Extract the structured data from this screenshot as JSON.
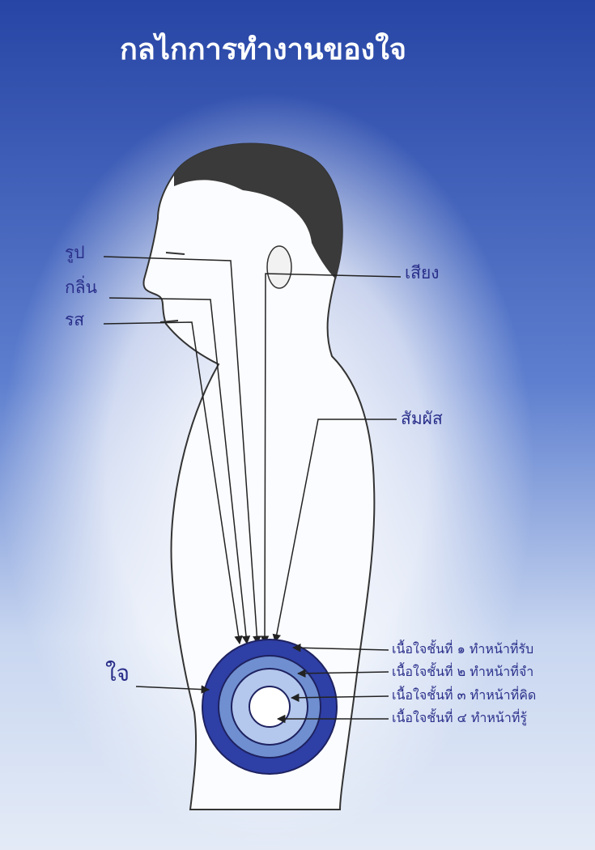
{
  "title": "กลไกการทำงานของใจ",
  "senses": {
    "sight": "รูป",
    "smell": "กลิ่น",
    "taste": "รส",
    "sound": "เสียง",
    "touch": "สัมผัส"
  },
  "mind_label": "ใจ",
  "layers": [
    "เนื้อใจชั้นที่ ๑ ทำหน้าที่รับ",
    "เนื้อใจชั้นที่ ๒ ทำหน้าที่จำ",
    "เนื้อใจชั้นที่ ๓ ทำหน้าที่คิด",
    "เนื้อใจชั้นที่ ๔ ทำหน้าที่รู้"
  ],
  "colors": {
    "background_top": "#2b47a6",
    "layer1": "#2e3fa6",
    "layer2": "#6f8fd0",
    "layer3": "#b4c7ec",
    "layer4": "#ffffff",
    "label_text": "#2a2f8a"
  }
}
